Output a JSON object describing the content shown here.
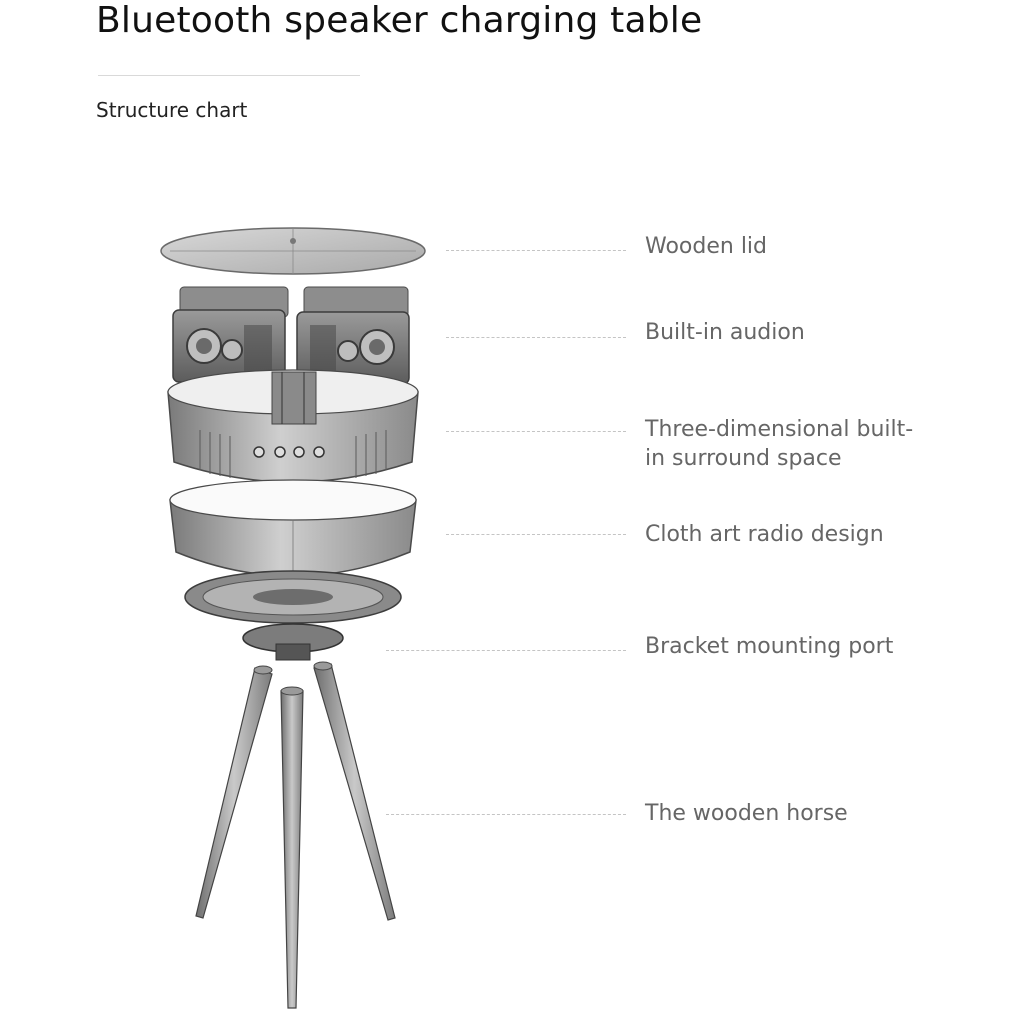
{
  "header": {
    "title": "Bluetooth speaker charging table",
    "subtitle": "Structure chart"
  },
  "callouts": [
    {
      "label": "Wooden lid"
    },
    {
      "label": "Built-in audion"
    },
    {
      "label": "Three-dimensional built-",
      "label2": "in surround space"
    },
    {
      "label": "Cloth art radio design"
    },
    {
      "label": "Bracket mounting port"
    },
    {
      "label": "The wooden horse"
    }
  ],
  "colors": {
    "illustration_dark": "#5a5a5a",
    "illustration_mid": "#8c8c8c",
    "illustration_light": "#d4d4d4",
    "label_text": "#666666"
  }
}
